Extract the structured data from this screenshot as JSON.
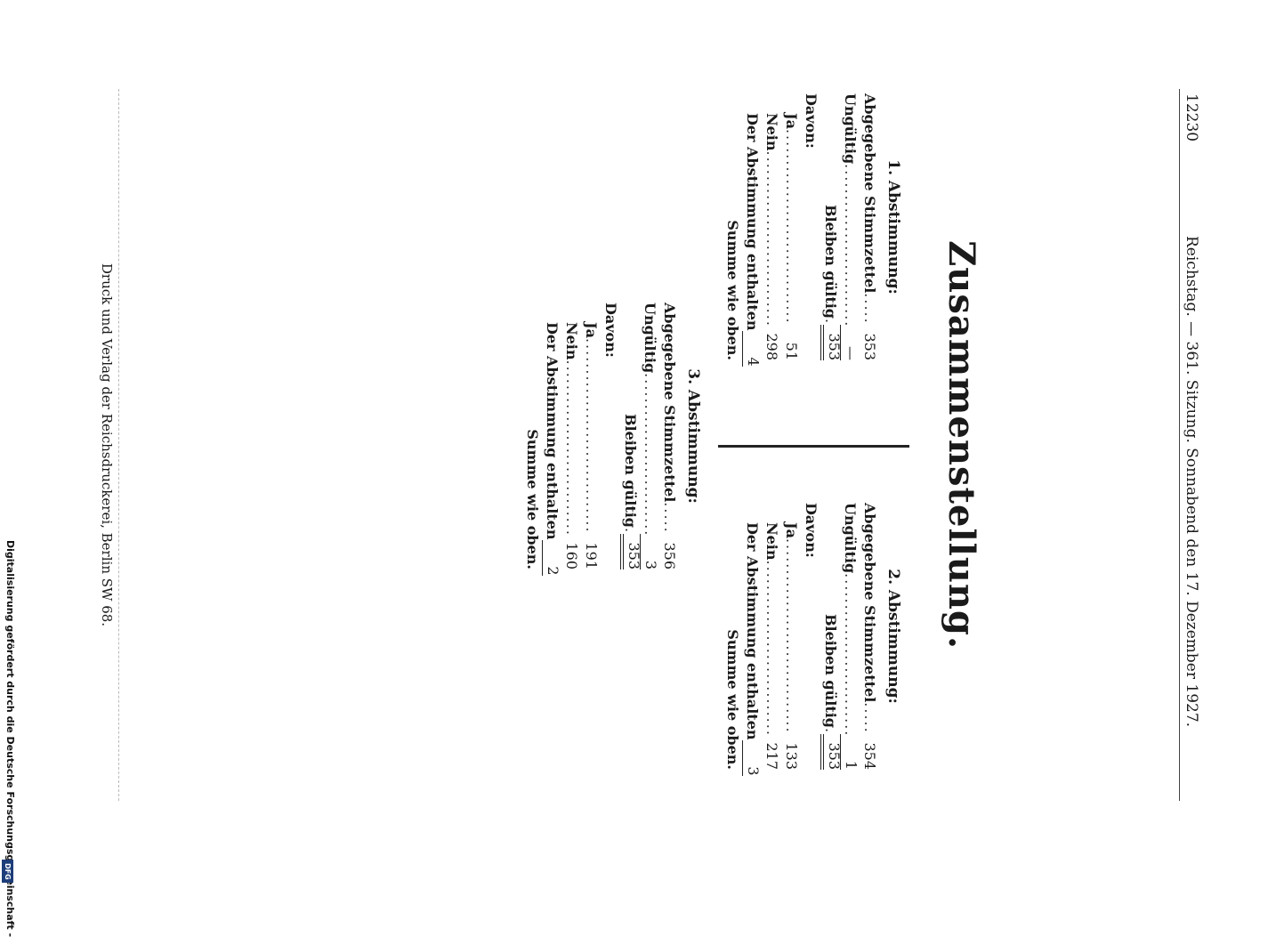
{
  "header": {
    "page_number": "12230",
    "running_title": "Reichstag. — 361. Sitzung. Sonnabend den 17. Dezember 1927."
  },
  "title": "Zusammenstellung.",
  "votes": [
    {
      "title": "1. Abstimmung:",
      "abgegeben_label": "Abgegebene Stimmzettel",
      "abgegeben_value": "353",
      "ungueltig_label": "Ungültig",
      "ungueltig_value": "—",
      "gueltig_label": "Bleiben gültig",
      "gueltig_value": "353",
      "davon_label": "Davon:",
      "ja_label": "Ja",
      "ja_value": "51",
      "nein_label": "Nein",
      "nein_value": "298",
      "enthalten_label": "Der Abstimmung enthalten",
      "enthalten_value": "4",
      "summe_label": "Summe wie oben."
    },
    {
      "title": "2. Abstimmung:",
      "abgegeben_label": "Abgegebene Stimmzettel",
      "abgegeben_value": "354",
      "ungueltig_label": "Ungültig",
      "ungueltig_value": "1",
      "gueltig_label": "Bleiben gültig",
      "gueltig_value": "353",
      "davon_label": "Davon:",
      "ja_label": "Ja",
      "ja_value": "133",
      "nein_label": "Nein",
      "nein_value": "217",
      "enthalten_label": "Der Abstimmung enthalten",
      "enthalten_value": "3",
      "summe_label": "Summe wie oben."
    },
    {
      "title": "3. Abstimmung:",
      "abgegeben_label": "Abgegebene Stimmzettel",
      "abgegeben_value": "356",
      "ungueltig_label": "Ungültig",
      "ungueltig_value": "3",
      "gueltig_label": "Bleiben gültig",
      "gueltig_value": "353",
      "davon_label": "Davon:",
      "ja_label": "Ja",
      "ja_value": "191",
      "nein_label": "Nein",
      "nein_value": "160",
      "enthalten_label": "Der Abstimmung enthalten",
      "enthalten_value": "2",
      "summe_label": "Summe wie oben."
    }
  ],
  "footer": "Druck und Verlag der Reichsdruckerei, Berlin SW 68.",
  "digitization_notice": "Digitalisierung gefördert durch die Deutsche Forschungsgemeinschaft -",
  "dfg_logo_text": "DFG"
}
